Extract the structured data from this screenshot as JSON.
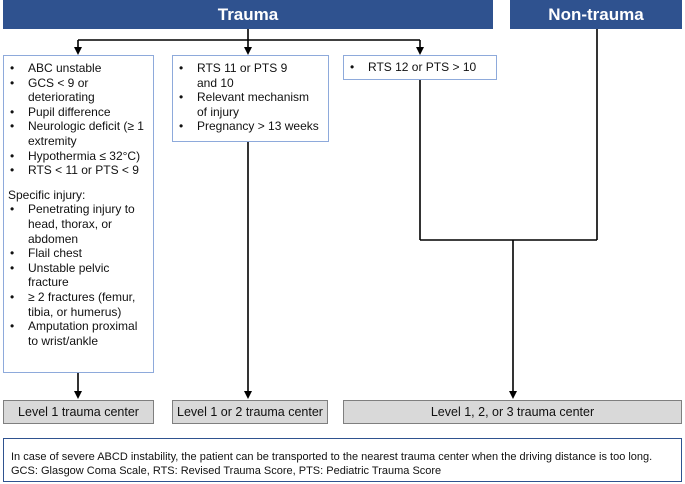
{
  "headers": {
    "trauma": "Trauma",
    "non_trauma": "Non-trauma"
  },
  "box1": {
    "items": [
      "ABC unstable",
      "GCS < 9 or deteriorating",
      "Pupil difference",
      "Neurologic deficit (≥ 1 extremity",
      "Hypothermia ≤  32°C)",
      "RTS < 11 or PTS < 9"
    ],
    "specific_title": "Specific injury:",
    "specific_items": [
      "Penetrating injury to head, thorax, or abdomen",
      "Flail chest",
      "Unstable pelvic fracture",
      "≥ 2 fractures (femur, tibia, or humerus)",
      "Amputation proximal to wrist/ankle"
    ]
  },
  "box2": {
    "items": [
      "RTS 11 or PTS 9 and 10",
      "Relevant mechanism of injury",
      "Pregnancy > 13 weeks"
    ]
  },
  "box3": {
    "items": [
      "RTS 12 or PTS > 10"
    ]
  },
  "levels": {
    "level1": "Level 1 trauma center",
    "level12": "Level 1 or 2 trauma center",
    "level123": "Level 1, 2, or 3 trauma center"
  },
  "footnote": {
    "line1": "In case of severe ABCD instability, the patient can be transported to the nearest trauma center when the driving distance is too long.",
    "line2": "GCS: Glasgow Coma Scale, RTS: Revised Trauma Score, PTS: Pediatric Trauma Score"
  },
  "colors": {
    "header_fill": "#2f528f",
    "box_border": "#8eaadb",
    "level_fill": "#d9d9d9"
  }
}
